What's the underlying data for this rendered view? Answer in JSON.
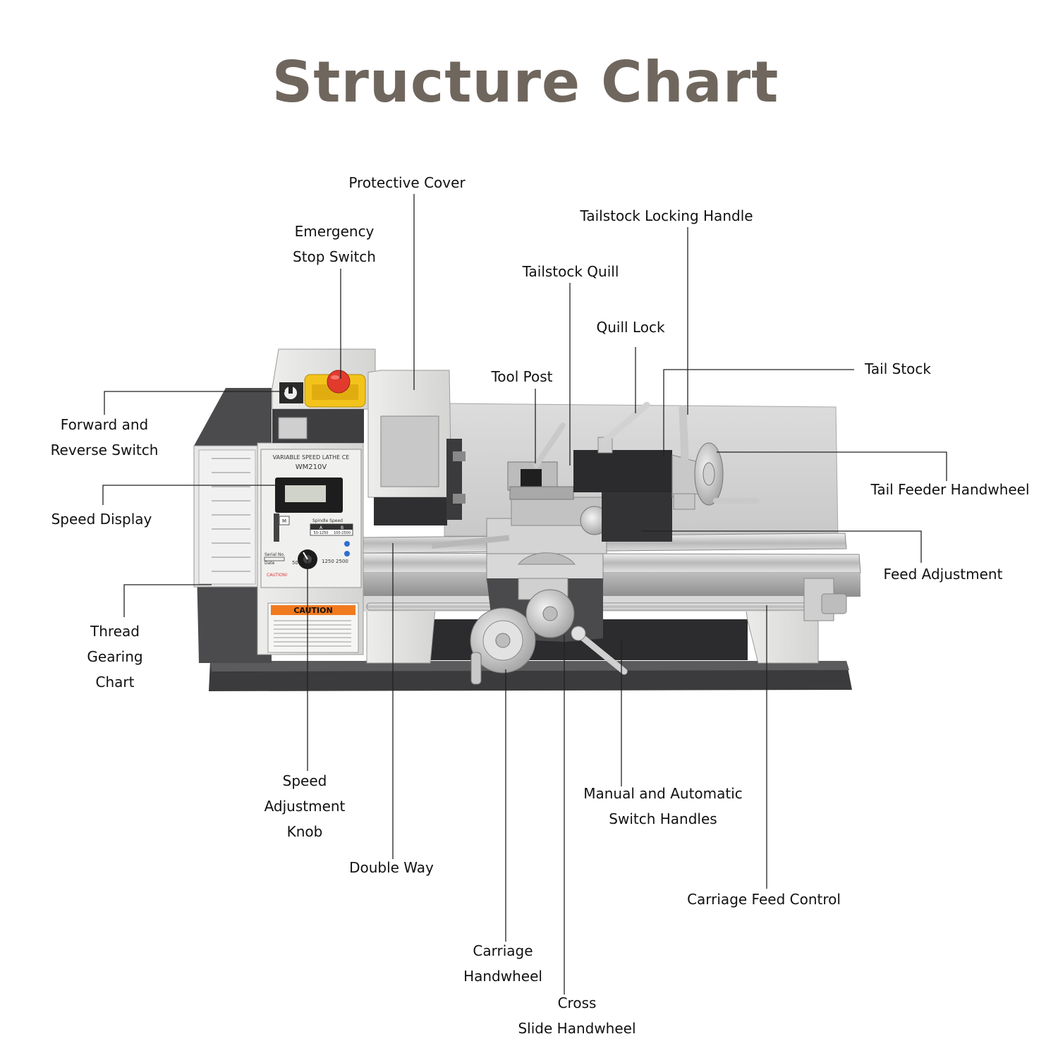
{
  "title": "Structure Chart",
  "labels": {
    "protective_cover": [
      "Protective Cover"
    ],
    "emergency_stop_switch": [
      "Emergency",
      "Stop Switch"
    ],
    "tailstock_locking_handle": [
      "Tailstock Locking Handle"
    ],
    "tailstock_quill": [
      "Tailstock Quill"
    ],
    "quill_lock": [
      "Quill Lock"
    ],
    "tool_post": [
      "Tool Post"
    ],
    "tail_stock": [
      "Tail Stock"
    ],
    "forward_reverse_switch": [
      "Forward and",
      "Reverse Switch"
    ],
    "tail_feeder_handwheel": [
      "Tail Feeder Handwheel"
    ],
    "speed_display": [
      "Speed Display"
    ],
    "feed_adjustment": [
      "Feed Adjustment"
    ],
    "thread_gearing_chart": [
      "Thread",
      "Gearing",
      "Chart"
    ],
    "speed_adjustment_knob": [
      "Speed",
      "Adjustment",
      "Knob"
    ],
    "manual_automatic_switch_handles": [
      "Manual and Automatic",
      "Switch Handles"
    ],
    "double_way": [
      "Double Way"
    ],
    "carriage_feed_control": [
      "Carriage Feed Control"
    ],
    "carriage_handwheel": [
      "Carriage",
      "Handwheel"
    ],
    "cross_slide_handwheel": [
      "Cross",
      "Slide Handwheel"
    ]
  },
  "machine": {
    "panel_title": "VARIABLE SPEED LATHE CE",
    "model": "WM210V",
    "spindle_speed": "Spindle Speed",
    "range_a": "50-1250",
    "range_b": "100-2500",
    "knob_low": "50",
    "knob_high": "1250\n2500",
    "serial_no": "Serial No.",
    "date": "Date",
    "caution_small": "CAUTION!",
    "caution_sign": "CAUTION",
    "mode_mark": "M",
    "col_a": "A",
    "col_b": "B"
  },
  "colors": {
    "title": "#6f665d",
    "body_light": "#e4e4e2",
    "body_dark": "#4a4a4c",
    "estop_red": "#e23b2e",
    "estop_yellow": "#f3c31b",
    "caution_orange": "#f07a1e",
    "base_dark": "#3a3a3c"
  }
}
